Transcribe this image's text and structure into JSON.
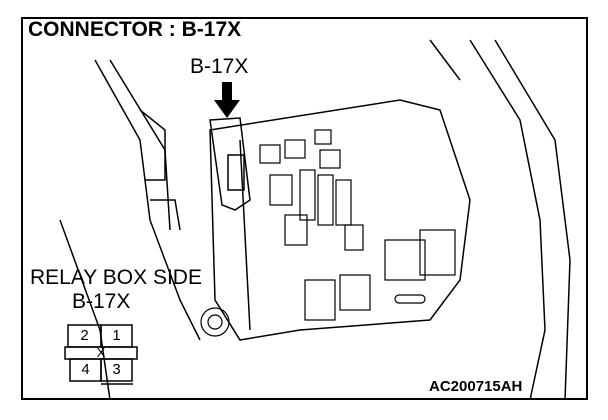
{
  "title": "CONNECTOR : B-17X",
  "callout_label": "B-17X",
  "side_label": "RELAY BOX SIDE",
  "side_connector": "B-17X",
  "pins": {
    "p1": "1",
    "p2": "2",
    "p3": "3",
    "p4": "4",
    "key": "X"
  },
  "figure_code": "AC200715AH"
}
